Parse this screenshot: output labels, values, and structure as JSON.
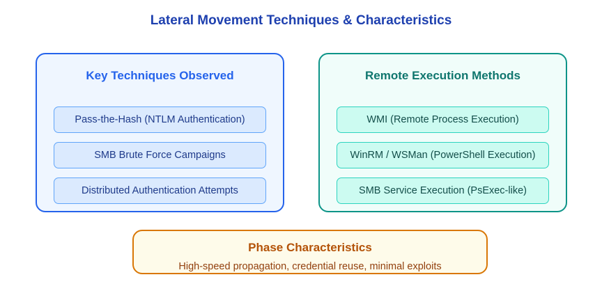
{
  "title": "Lateral Movement Techniques & Characteristics",
  "left": {
    "title": "Key Techniques Observed",
    "items": [
      "Pass-the-Hash (NTLM Authentication)",
      "SMB Brute Force Campaigns",
      "Distributed Authentication Attempts"
    ]
  },
  "right": {
    "title": "Remote Execution Methods",
    "items": [
      "WMI (Remote Process Execution)",
      "WinRM / WSMan (PowerShell Execution)",
      "SMB Service Execution (PsExec-like)"
    ]
  },
  "bottom": {
    "title": "Phase Characteristics",
    "text": "High-speed propagation, credential reuse, minimal exploits"
  }
}
